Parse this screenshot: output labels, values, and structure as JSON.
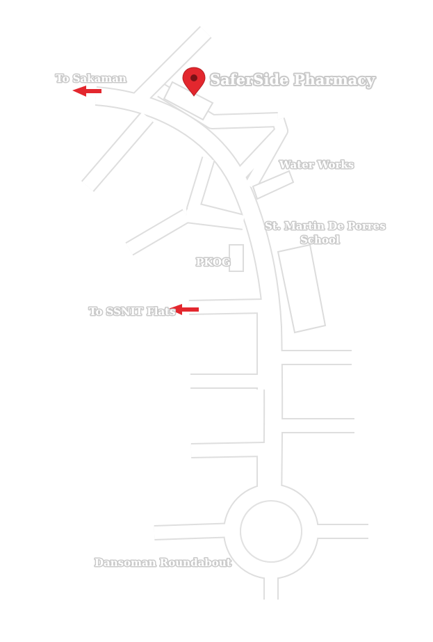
{
  "map": {
    "destination": {
      "name": "SaferSide Pharmacy",
      "marker_icon": "location-pin-icon",
      "marker_color": "#e3272e"
    },
    "landmarks": [
      {
        "id": "water-works",
        "label": "Water Works"
      },
      {
        "id": "st-martin-line1",
        "label": "St. Martin De Porres"
      },
      {
        "id": "st-martin-line2",
        "label": "School"
      },
      {
        "id": "pkog",
        "label": "PKOG"
      },
      {
        "id": "dansoman-roundabout",
        "label": "Dansoman Roundabout"
      }
    ],
    "directions": [
      {
        "id": "to-sakaman",
        "label": "To Sakaman",
        "icon": "arrow-left-icon"
      },
      {
        "id": "to-ssnit-flats",
        "label": "To SSNIT Flats",
        "icon": "arrow-left-icon"
      }
    ],
    "colors": {
      "road_fill": "#ffffff",
      "road_edge": "#dedede",
      "label_fill": "#ffffff",
      "label_outline": "#c9c9c9",
      "arrow": "#e3272e"
    }
  }
}
